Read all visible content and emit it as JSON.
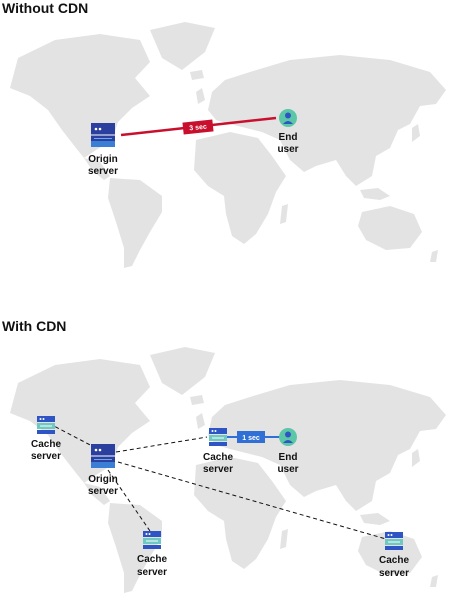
{
  "top": {
    "title": "Without CDN",
    "origin_line1": "Origin",
    "origin_line2": "server",
    "user_line1": "End",
    "user_line2": "user",
    "latency": "3 sec"
  },
  "bottom": {
    "title": "With CDN",
    "origin_line1": "Origin",
    "origin_line2": "server",
    "cache_line1": "Cache",
    "cache_line2": "server",
    "user_line1": "End",
    "user_line2": "user",
    "latency": "1 sec"
  },
  "colors": {
    "map": "#e3e3e3",
    "server_dark": "#2b3f9e",
    "server_light": "#3a7fd5",
    "cache_top": "#2f55c4",
    "cache_mid": "#6fc9c3",
    "user": "#5cc7a7",
    "slow_link": "#c8102e",
    "fast_link": "#2f6fd6"
  }
}
